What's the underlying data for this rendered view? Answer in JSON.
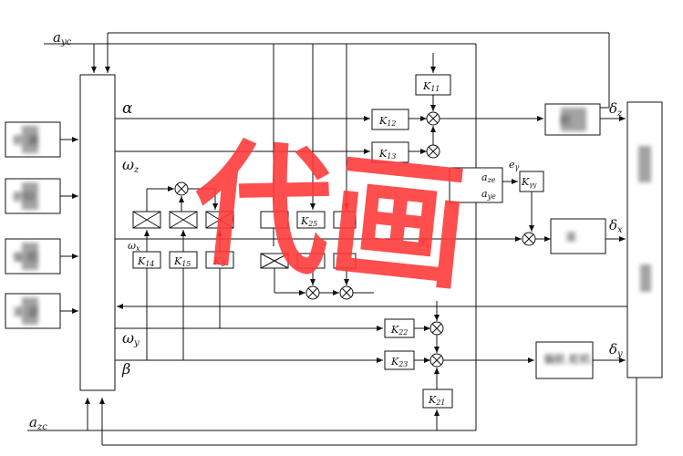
{
  "signals": {
    "a_yc": "a",
    "a_yc_sub": "yc",
    "a_zc": "a",
    "a_zc_sub": "zc",
    "alpha": "α",
    "omega_z": "ω",
    "omega_z_sub": "z",
    "omega_x": "ω",
    "omega_x_sub": "x",
    "omega_y": "ω",
    "omega_y_sub": "y",
    "beta": "β",
    "e_gamma": "e",
    "e_gamma_sub": "γ",
    "a_ze": "a",
    "a_ze_sub": "ze",
    "a_ye": "a",
    "a_ye_sub": "ye",
    "delta_z": "δ",
    "delta_z_sub": "z",
    "delta_x": "δ",
    "delta_x_sub": "x",
    "delta_y": "δ",
    "delta_y_sub": "y",
    "vartheta_x": "ϑ",
    "vartheta_x_sub": "x"
  },
  "gains": {
    "k11": "K",
    "k11_sub": "11",
    "k12": "K",
    "k12_sub": "12",
    "k13": "K",
    "k13_sub": "13",
    "k14": "K",
    "k14_sub": "14",
    "k15": "K",
    "k15_sub": "15",
    "k16": "K",
    "k16_sub": "6",
    "k21": "K",
    "k21_sub": "21",
    "k22": "K",
    "k22_sub": "22",
    "k23": "K",
    "k23_sub": "23",
    "k25": "K",
    "k25_sub": "25",
    "kgy": "K",
    "kgy_sub": "γy"
  },
  "blurred_labels": {
    "input_1": "俯 速",
    "input_2": "俯仰",
    "input_3": "偏 舵",
    "input_4": "滚 姿",
    "act_z": "俯",
    "act_x": "滚",
    "act_y": "偏航 舵机"
  },
  "watermark": "代画"
}
